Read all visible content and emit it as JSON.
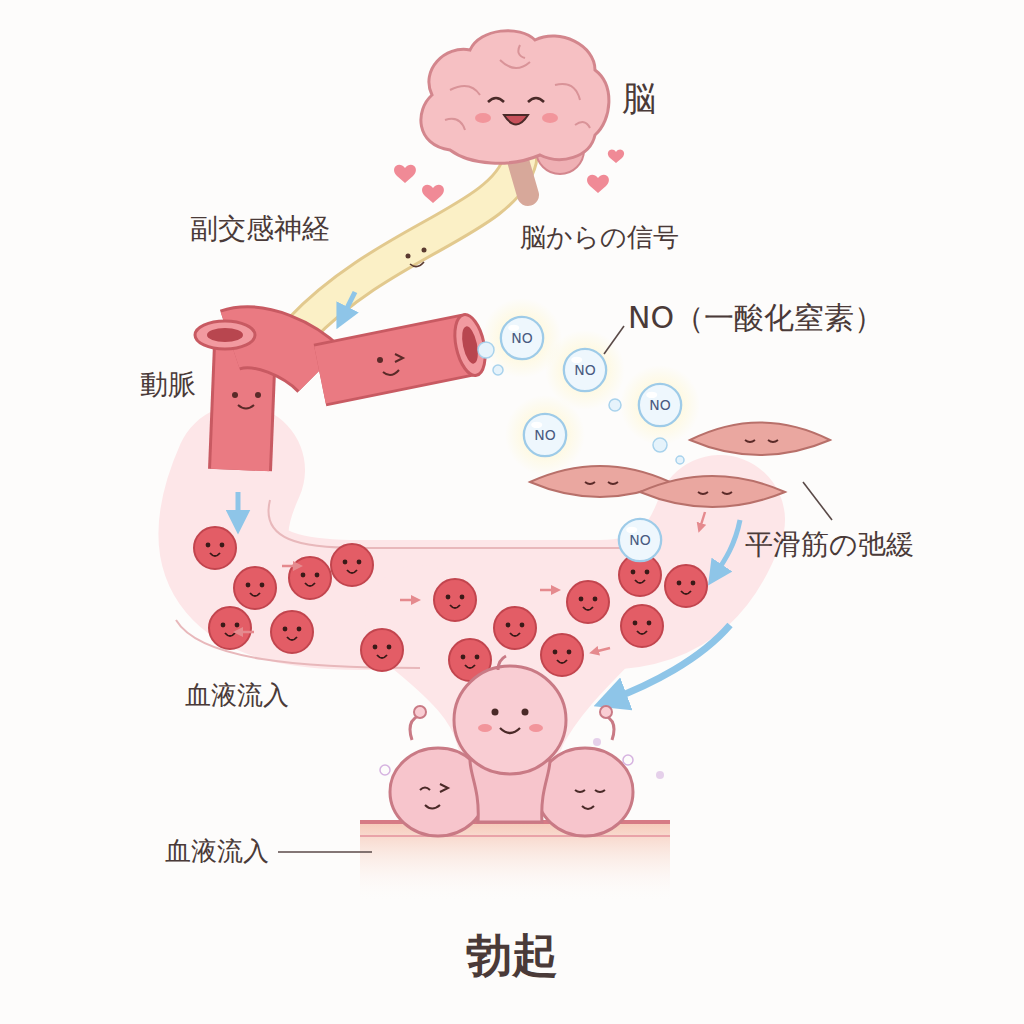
{
  "diagram": {
    "nodes": [
      {
        "text": [
          "NO"
        ]
      },
      {
        "text": [
          "NO"
        ]
      },
      {
        "text": [
          "NO"
        ]
      },
      {
        "text": [
          "NO"
        ]
      },
      {
        "text": [
          "NO"
        ]
      }
    ],
    "labels": [
      "脳",
      "副交感神経",
      "脳からの信号",
      "NO（一酸化窒素）",
      "動脈",
      "平滑筋の弛緩",
      "血液流入",
      "血液流入",
      "勃起"
    ]
  }
}
